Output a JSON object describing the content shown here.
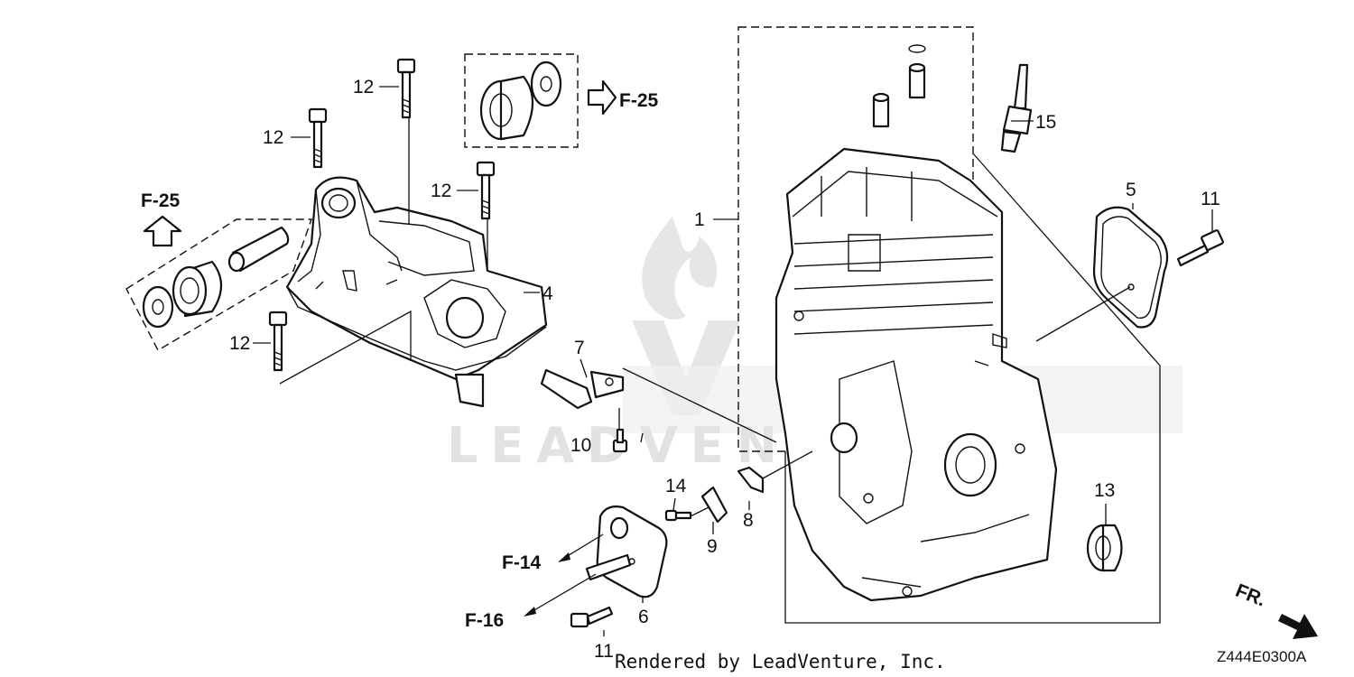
{
  "diagram": {
    "watermark": {
      "brand": "LEADVENTURE",
      "icon": "flame-v-logo"
    },
    "callouts": {
      "p1": "1",
      "p4": "4",
      "p5": "5",
      "p6": "6",
      "p7": "7",
      "p8": "8",
      "p9": "9",
      "p10": "10",
      "p11_right": "11",
      "p11_bottom": "11",
      "p12_top": "12",
      "p12_upper": "12",
      "p12_mid": "12",
      "p12_lower": "12",
      "p13": "13",
      "p14": "14",
      "p15": "15"
    },
    "references": {
      "f25_top": "F-25",
      "f25_left": "F-25",
      "f14": "F-14",
      "f16": "F-16",
      "front": "FR."
    },
    "footer": {
      "credit": "Rendered by LeadVenture, Inc.",
      "diagram_code": "Z444E0300A"
    }
  }
}
